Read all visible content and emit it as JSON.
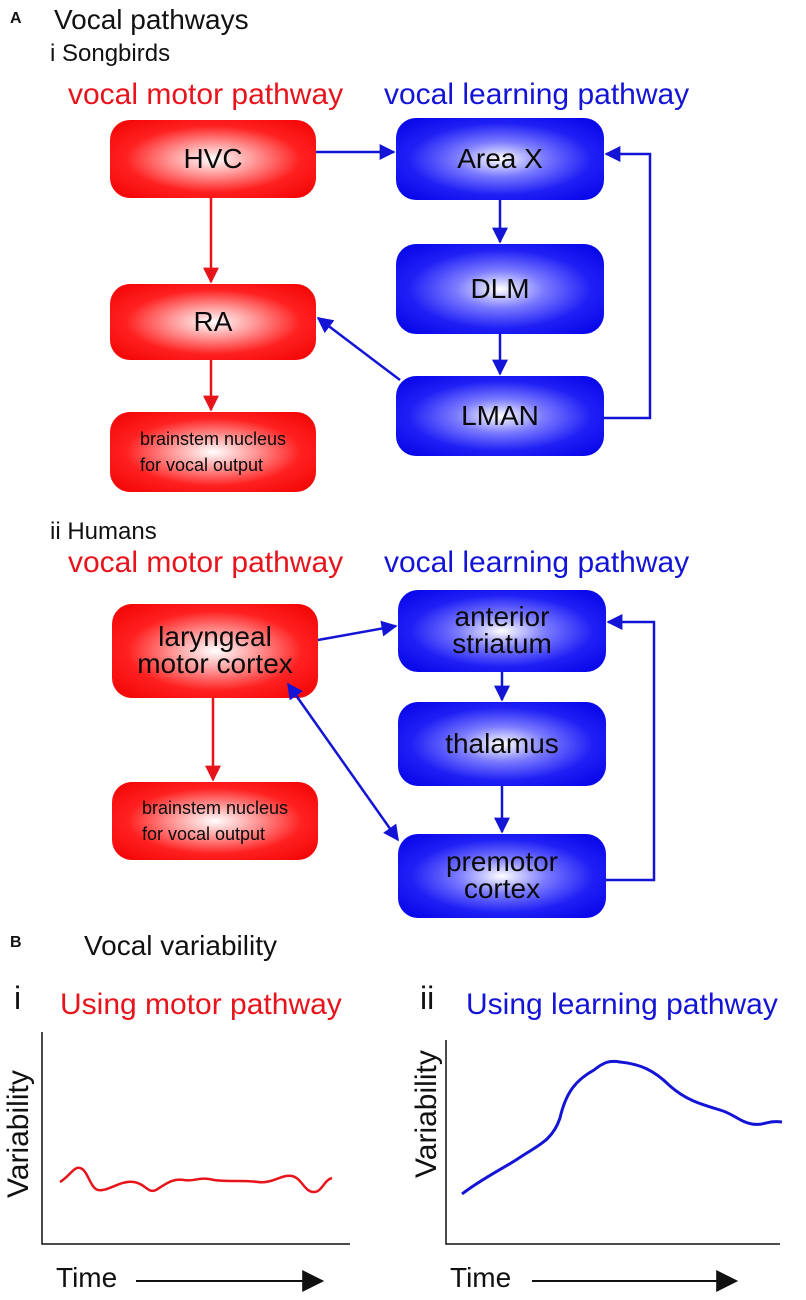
{
  "panel_a": {
    "letter": "A",
    "title": "Vocal pathways",
    "songbirds": {
      "label": "i  Songbirds",
      "motor_heading": "vocal motor pathway",
      "learning_heading": "vocal learning pathway",
      "nodes": {
        "hvc": "HVC",
        "ra": "RA",
        "brainstem_1": "brainstem nucleus",
        "brainstem_2": "for vocal output",
        "area_x": "Area X",
        "dlm": "DLM",
        "lman": "LMAN"
      }
    },
    "humans": {
      "label": "ii  Humans",
      "motor_heading": "vocal motor pathway",
      "learning_heading": "vocal learning pathway",
      "nodes": {
        "lmc_1": "laryngeal",
        "lmc_2": "motor cortex",
        "brainstem_1": "brainstem nucleus",
        "brainstem_2": "for vocal output",
        "striatum_1": "anterior",
        "striatum_2": "striatum",
        "thalamus": "thalamus",
        "premotor_1": "premotor",
        "premotor_2": "cortex"
      }
    }
  },
  "panel_b": {
    "letter": "B",
    "title": "Vocal variability",
    "left": {
      "roman": "i",
      "title": "Using motor pathway",
      "ylabel": "Variability",
      "xlabel": "Time"
    },
    "right": {
      "roman": "ii",
      "title": "Using learning pathway",
      "ylabel": "Variability",
      "xlabel": "Time"
    }
  },
  "colors": {
    "motor": "#e8141c",
    "learning": "#1414d6"
  }
}
